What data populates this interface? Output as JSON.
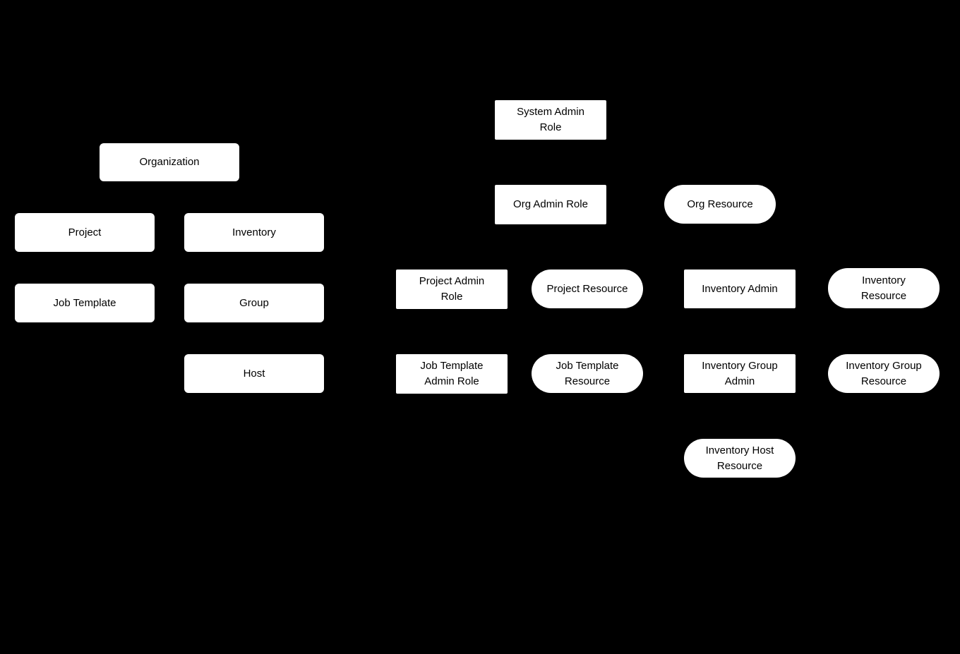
{
  "diagram": {
    "colors": {
      "background": "#000000",
      "node_fill": "#ffffff",
      "node_text": "#000000"
    },
    "nodes": {
      "organization": {
        "label": "Organization",
        "shape": "rectangle"
      },
      "project": {
        "label": "Project",
        "shape": "rectangle"
      },
      "inventory": {
        "label": "Inventory",
        "shape": "rectangle"
      },
      "job_template": {
        "label": "Job Template",
        "shape": "rectangle"
      },
      "group": {
        "label": "Group",
        "shape": "rectangle"
      },
      "host": {
        "label": "Host",
        "shape": "rectangle"
      },
      "system_admin_role": {
        "label": "System Admin\nRole",
        "shape": "rectangle"
      },
      "org_admin_role": {
        "label": "Org Admin Role",
        "shape": "rectangle"
      },
      "org_resource": {
        "label": "Org Resource",
        "shape": "rounded"
      },
      "project_admin_role": {
        "label": "Project Admin\nRole",
        "shape": "rectangle"
      },
      "project_resource": {
        "label": "Project Resource",
        "shape": "rounded"
      },
      "inventory_admin": {
        "label": "Inventory Admin",
        "shape": "rectangle"
      },
      "inventory_resource": {
        "label": "Inventory\nResource",
        "shape": "rounded"
      },
      "job_template_admin_role": {
        "label": "Job Template\nAdmin Role",
        "shape": "rectangle"
      },
      "job_template_resource": {
        "label": "Job Template\nResource",
        "shape": "rounded"
      },
      "inventory_group_admin": {
        "label": "Inventory Group\nAdmin",
        "shape": "rectangle"
      },
      "inventory_group_resource": {
        "label": "Inventory Group\nResource",
        "shape": "rounded"
      },
      "inventory_host_resource": {
        "label": "Inventory Host\nResource",
        "shape": "rounded"
      }
    }
  }
}
